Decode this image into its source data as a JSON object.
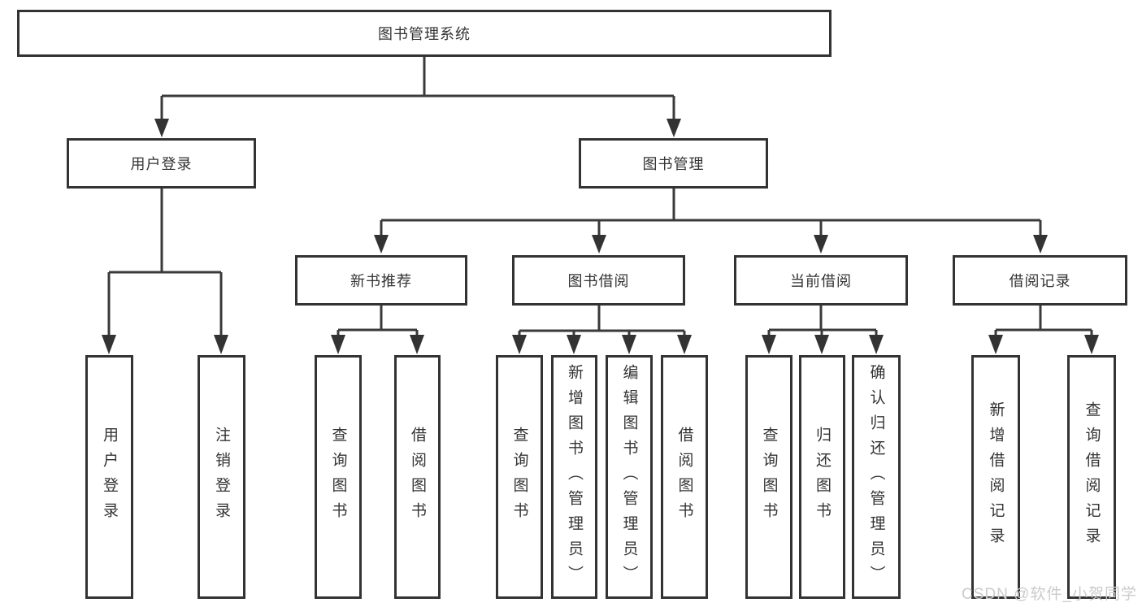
{
  "tree": {
    "root": {
      "label": "图书管理系统",
      "children": [
        {
          "label": "用户登录",
          "children": [
            {
              "label": "用户登录"
            },
            {
              "label": "注销登录"
            }
          ]
        },
        {
          "label": "图书管理",
          "children": [
            {
              "label": "新书推荐",
              "children": [
                {
                  "label": "查询图书"
                },
                {
                  "label": "借阅图书"
                }
              ]
            },
            {
              "label": "图书借阅",
              "children": [
                {
                  "label": "查询图书"
                },
                {
                  "label": "新增图书（管理员）"
                },
                {
                  "label": "编辑图书（管理员）"
                },
                {
                  "label": "借阅图书"
                }
              ]
            },
            {
              "label": "当前借阅",
              "children": [
                {
                  "label": "查询图书"
                },
                {
                  "label": "归还图书"
                },
                {
                  "label": "确认归还（管理员）"
                }
              ]
            },
            {
              "label": "借阅记录",
              "children": [
                {
                  "label": "新增借阅记录"
                },
                {
                  "label": "查询借阅记录"
                }
              ]
            }
          ]
        }
      ]
    }
  },
  "watermark": "CSDN @软件_小贺同学",
  "colors": {
    "line": "#3a3a3a",
    "border": "#333333",
    "text": "#333333",
    "watermark": "#cbcbcb",
    "background": "#ffffff"
  }
}
